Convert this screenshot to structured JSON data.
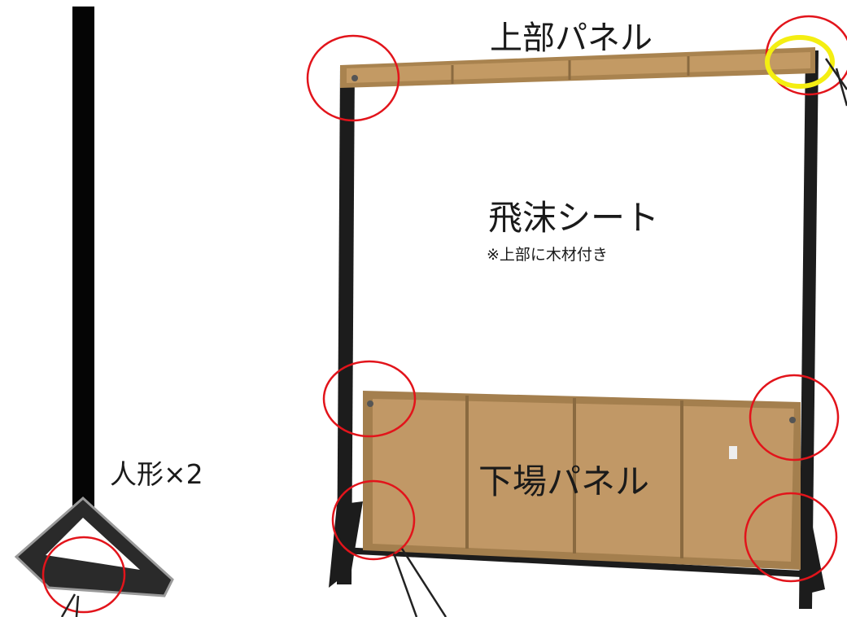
{
  "labels": {
    "top_panel": "上部パネル",
    "splash_sheet": "飛沫シート",
    "splash_note": "※上部に木材付き",
    "bottom_panel": "下場パネル",
    "doll": "人形×2"
  },
  "colors": {
    "frame": "#1c1c1c",
    "wood": "#b08a5a",
    "wood_dark": "#8a6a40",
    "marker_red": "#e2141b",
    "marker_yellow": "#f4ee12",
    "leader": "#222222"
  }
}
